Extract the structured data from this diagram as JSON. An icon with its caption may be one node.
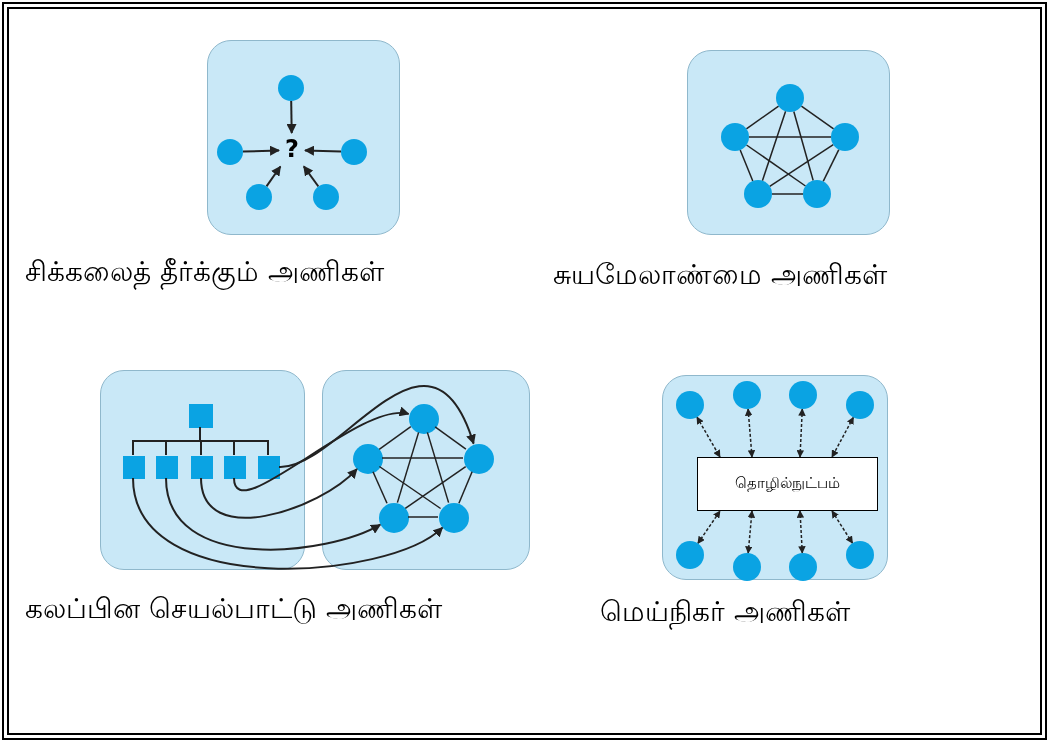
{
  "diagram": {
    "nodes": [
      {
        "text": [
          "சிக்கலைத் தீர்க்கும் அணிகள்"
        ]
      },
      {
        "text": [
          "?"
        ],
        "in": 0
      },
      {
        "text": [],
        "shape": "circle",
        "in": 0
      },
      {
        "text": [],
        "shape": "circle",
        "in": 0
      },
      {
        "text": [],
        "shape": "circle",
        "in": 0
      },
      {
        "text": [],
        "shape": "circle",
        "in": 0
      },
      {
        "text": [],
        "shape": "circle",
        "in": 0
      },
      {
        "text": [
          "சுயமேலாண்மை அணிகள்"
        ]
      },
      {
        "text": [],
        "shape": "circle",
        "in": 7
      },
      {
        "text": [],
        "shape": "circle",
        "in": 7
      },
      {
        "text": [],
        "shape": "circle",
        "in": 7
      },
      {
        "text": [],
        "shape": "circle",
        "in": 7
      },
      {
        "text": [],
        "shape": "circle",
        "in": 7
      },
      {
        "text": [],
        "shape": "box"
      },
      {
        "text": [],
        "shape": "box"
      },
      {
        "text": [],
        "shape": "box",
        "in": 13
      },
      {
        "text": [],
        "shape": "box",
        "in": 13
      },
      {
        "text": [],
        "shape": "box",
        "in": 13
      },
      {
        "text": [],
        "shape": "box",
        "in": 13
      },
      {
        "text": [],
        "shape": "box",
        "in": 13
      },
      {
        "text": [],
        "shape": "box",
        "in": 13
      },
      {
        "text": [],
        "shape": "circle",
        "in": 14
      },
      {
        "text": [],
        "shape": "circle",
        "in": 14
      },
      {
        "text": [],
        "shape": "circle",
        "in": 14
      },
      {
        "text": [],
        "shape": "circle",
        "in": 14
      },
      {
        "text": [],
        "shape": "circle",
        "in": 14
      },
      {
        "text": [
          "மெய்நிகர் அணிகள்"
        ]
      },
      {
        "text": [
          "தொழில்நுட்பம்"
        ],
        "in": 26
      },
      {
        "text": [],
        "shape": "circle",
        "in": 26
      },
      {
        "text": [],
        "shape": "circle",
        "in": 26
      },
      {
        "text": [],
        "shape": "circle",
        "in": 26
      },
      {
        "text": [],
        "shape": "circle",
        "in": 26
      },
      {
        "text": [],
        "shape": "circle",
        "in": 26
      },
      {
        "text": [],
        "shape": "circle",
        "in": 26
      },
      {
        "text": [],
        "shape": "circle",
        "in": 26
      },
      {
        "text": [],
        "shape": "circle",
        "in": 26
      }
    ],
    "edges": [
      {
        "from": 2,
        "to": 1,
        "arrow": "to"
      },
      {
        "from": 3,
        "to": 1,
        "arrow": "to"
      },
      {
        "from": 4,
        "to": 1,
        "arrow": "to"
      },
      {
        "from": 5,
        "to": 1,
        "arrow": "to"
      },
      {
        "from": 6,
        "to": 1,
        "arrow": "to"
      },
      {
        "from": 8,
        "to": 9,
        "arrow": "none"
      },
      {
        "from": 8,
        "to": 10,
        "arrow": "none"
      },
      {
        "from": 8,
        "to": 11,
        "arrow": "none"
      },
      {
        "from": 8,
        "to": 12,
        "arrow": "none"
      },
      {
        "from": 9,
        "to": 10,
        "arrow": "none"
      },
      {
        "from": 9,
        "to": 11,
        "arrow": "none"
      },
      {
        "from": 9,
        "to": 12,
        "arrow": "none"
      },
      {
        "from": 10,
        "to": 11,
        "arrow": "none"
      },
      {
        "from": 10,
        "to": 12,
        "arrow": "none"
      },
      {
        "from": 11,
        "to": 12,
        "arrow": "none"
      },
      {
        "from": 15,
        "to": 16,
        "arrow": "none"
      },
      {
        "from": 15,
        "to": 17,
        "arrow": "none"
      },
      {
        "from": 15,
        "to": 18,
        "arrow": "none"
      },
      {
        "from": 15,
        "to": 19,
        "arrow": "none"
      },
      {
        "from": 15,
        "to": 20,
        "arrow": "none"
      },
      {
        "from": 21,
        "to": 22,
        "arrow": "none"
      },
      {
        "from": 21,
        "to": 23,
        "arrow": "none"
      },
      {
        "from": 21,
        "to": 24,
        "arrow": "none"
      },
      {
        "from": 21,
        "to": 25,
        "arrow": "none"
      },
      {
        "from": 22,
        "to": 23,
        "arrow": "none"
      },
      {
        "from": 22,
        "to": 24,
        "arrow": "none"
      },
      {
        "from": 22,
        "to": 25,
        "arrow": "none"
      },
      {
        "from": 23,
        "to": 24,
        "arrow": "none"
      },
      {
        "from": 23,
        "to": 25,
        "arrow": "none"
      },
      {
        "from": 24,
        "to": 25,
        "arrow": "none"
      },
      {
        "from": 16,
        "to": 25,
        "arrow": "to"
      },
      {
        "from": 17,
        "to": 24,
        "arrow": "to"
      },
      {
        "from": 18,
        "to": 22,
        "arrow": "to"
      },
      {
        "from": 19,
        "to": 21,
        "arrow": "to"
      },
      {
        "from": 20,
        "to": 23,
        "arrow": "to"
      },
      {
        "from": 28,
        "to": 27,
        "arrow": "both",
        "style": "dashed"
      },
      {
        "from": 29,
        "to": 27,
        "arrow": "both",
        "style": "dashed"
      },
      {
        "from": 30,
        "to": 27,
        "arrow": "both",
        "style": "dashed"
      },
      {
        "from": 31,
        "to": 27,
        "arrow": "both",
        "style": "dashed"
      },
      {
        "from": 32,
        "to": 27,
        "arrow": "both",
        "style": "dashed"
      },
      {
        "from": 33,
        "to": 27,
        "arrow": "both",
        "style": "dashed"
      },
      {
        "from": 34,
        "to": 27,
        "arrow": "both",
        "style": "dashed"
      },
      {
        "from": 35,
        "to": 27,
        "arrow": "both",
        "style": "dashed"
      }
    ],
    "labels": [
      "கலப்பின செயல்பாட்டு அணிகள்"
    ]
  }
}
